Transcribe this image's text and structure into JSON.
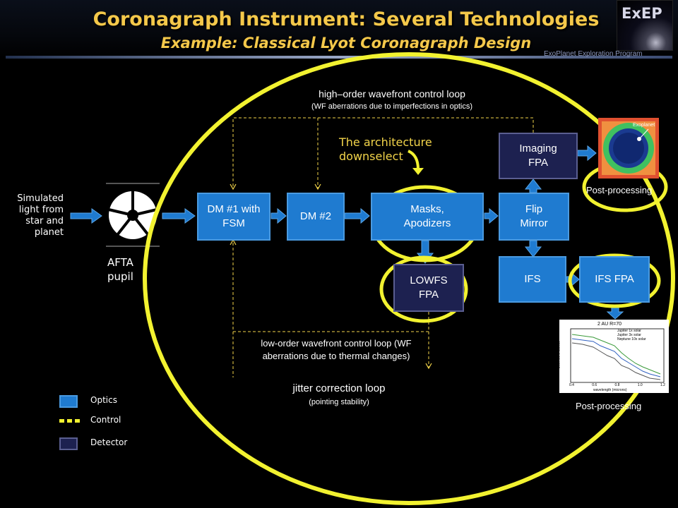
{
  "header": {
    "title": "Coronagraph Instrument:  Several Technologies",
    "subtitle": "Example:  Classical Lyot Coronagraph Design",
    "logo_text": "ExEP",
    "program": "ExoPlanet Exploration Program",
    "title_color": "#f4c84a"
  },
  "input": {
    "light_label": "Simulated light from star and planet",
    "pupil_label": "AFTA pupil"
  },
  "blocks": {
    "dm1": "DM #1 with FSM",
    "dm2": "DM #2",
    "masks": "Masks, Apodizers",
    "flip": "Flip Mirror",
    "imaging_fpa": "Imaging FPA",
    "ifs": "IFS",
    "ifs_fpa": "IFS FPA",
    "lowfs": "LOWFS FPA"
  },
  "loops": {
    "high_title": "high–order wavefront control loop",
    "high_note": "(WF aberrations due to imperfections in optics)",
    "low_title": "low-order wavefront control loop (WF aberrations due to thermal changes)",
    "jitter_title": "jitter correction loop",
    "jitter_note": "(pointing stability)"
  },
  "annotation": {
    "architecture": "The architecture downselect"
  },
  "outputs": {
    "post_processing_top": "Post-processing",
    "post_processing_bottom": "Post-processing",
    "image_label": "Exoplanet",
    "plot_label": "2 AU  R=70",
    "plot_legend": [
      "Jupiter 1x solar",
      "Jupiter 3x solar",
      "Neptune 10x solar"
    ],
    "plot_xlabel": "wavelength (microns)",
    "plot_ylabel": "Geometric albedo",
    "plot_ticks": [
      "0.4",
      "0.6",
      "0.8",
      "1.0",
      "1.2"
    ]
  },
  "legend": {
    "optics": "Optics",
    "control": "Control",
    "detector": "Detector"
  },
  "colors": {
    "optic_fill": "#1f7bd0",
    "detector_fill": "#1d2150",
    "highlight": "#f2f230",
    "dashed_loop": "#f2d44a",
    "annotation_text": "#f2d44a"
  }
}
